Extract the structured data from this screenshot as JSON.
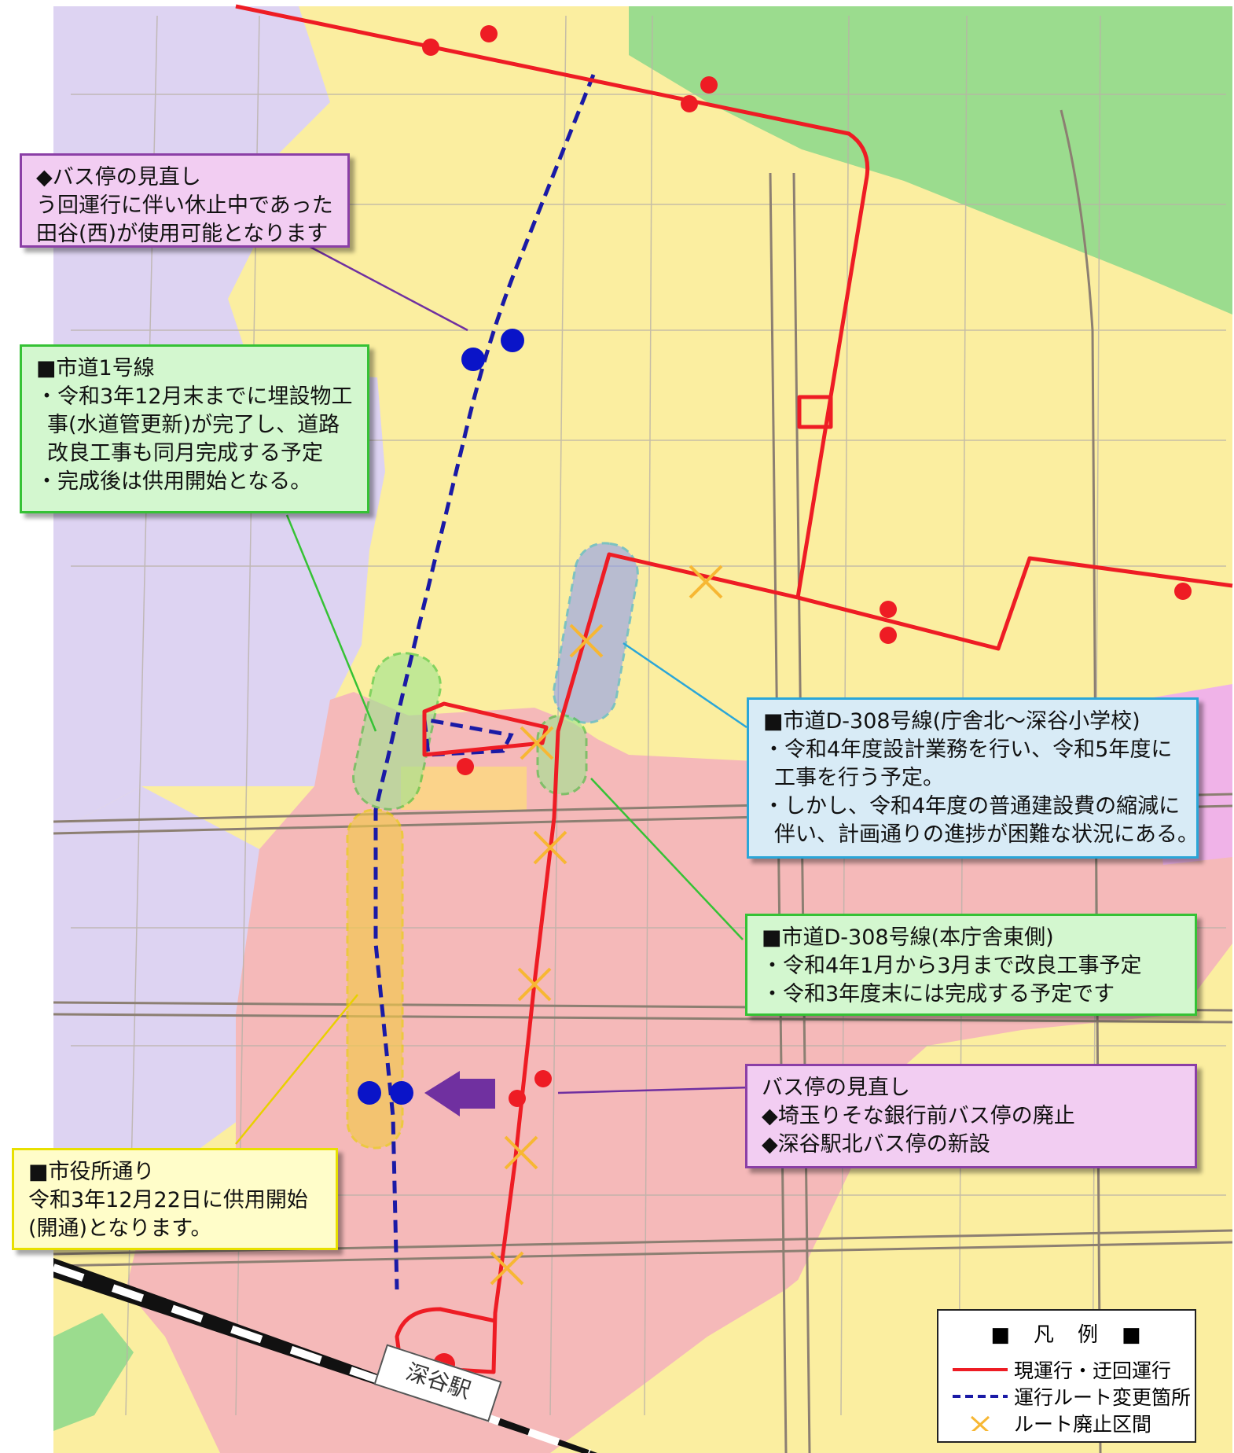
{
  "notes": {
    "bus_stop_review_1": {
      "line1": "◆バス停の見直し",
      "line2": "う回運行に伴い休止中であった",
      "line3": "田谷(西)が使用可能となります"
    },
    "city_road_1": {
      "line1": "■市道1号線",
      "line2": "・令和3年12月末までに埋設物工",
      "line3": "事(水道管更新)が完了し、道路",
      "line4": "改良工事も同月完成する予定",
      "line5": "・完成後は供用開始となる。"
    },
    "city_road_d308_north": {
      "line1": "■市道D-308号線(庁舎北～深谷小学校)",
      "line2": "・令和4年度設計業務を行い、令和5年度に",
      "line3": "工事を行う予定。",
      "line4": "・しかし、令和4年度の普通建設費の縮減に",
      "line5": "伴い、計画通りの進捗が困難な状況にある。"
    },
    "city_road_d308_east": {
      "line1": "■市道D-308号線(本庁舎東側)",
      "line2": "・令和4年1月から3月まで改良工事予定",
      "line3": "・令和3年度末には完成する予定です"
    },
    "bus_stop_review_2": {
      "line1": "バス停の見直し",
      "line2": "◆埼玉りそな銀行前バス停の廃止",
      "line3": "◆深谷駅北バス停の新設"
    },
    "city_hall_street": {
      "line1": "■市役所通り",
      "line2": "令和3年12月22日に供用開始",
      "line3": "(開通)となります。"
    }
  },
  "station": {
    "name": "深谷駅"
  },
  "legend": {
    "title": "■　凡　例　■",
    "items": [
      {
        "label": "現運行・迂回運行",
        "symbol": "red-line"
      },
      {
        "label": "運行ルート変更箇所",
        "symbol": "blue-dashed-line"
      },
      {
        "label": "ルート廃止区間",
        "symbol": "orange-x"
      }
    ]
  },
  "colors": {
    "current_route": "#ee1c24",
    "changed_route": "#1a1aa6",
    "new_bus_stop": "#0a14c8",
    "abolished_section": "#f7b733",
    "zone_residential_purple": "#ddd3f2",
    "zone_residential_yellow": "#fbeea0",
    "zone_commercial_pink": "#f5b9b9",
    "zone_green": "#9bdc8e"
  }
}
